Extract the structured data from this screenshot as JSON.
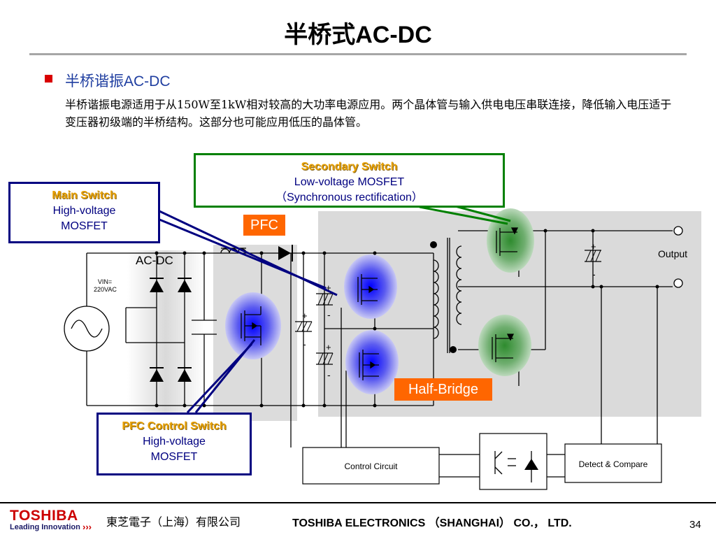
{
  "slide": {
    "title": "半桥式AC-DC",
    "bullet_heading": "半桥谐振AC-DC",
    "description": "半桥谐振电源适用于从150W至1kW相对较高的大功率电源应用。两个晶体管与输入供电电压串联连接，降低输入电压适于变压器初级端的半桥结构。这部分也可能应用低压的晶体管。",
    "page_number": "34"
  },
  "diagram": {
    "callouts": {
      "main_switch": {
        "title": "Main Switch",
        "line1": "High-voltage",
        "line2": "MOSFET"
      },
      "secondary_switch": {
        "title": "Secondary Switch",
        "line1": "Low-voltage MOSFET",
        "line2": "（Synchronous rectification）"
      },
      "pfc_control_switch": {
        "title": "PFC Control Switch",
        "line1": "High-voltage",
        "line2": "MOSFET"
      }
    },
    "tags": {
      "pfc": "PFC",
      "half_bridge": "Half-Bridge"
    },
    "labels": {
      "acdc": "AC-DC",
      "vin_line1": "VIN=",
      "vin_line2": "220VAC",
      "output": "Output",
      "control_circuit": "Control Circuit",
      "detect_compare": "Detect & Compare",
      "plus": "+",
      "minus": "-"
    },
    "colors": {
      "callout_border_blue": "#000080",
      "callout_border_green": "#008000",
      "tag_orange": "#ff6600",
      "blue_glow": "#0000ff",
      "green_glow": "#2e8b2e"
    }
  },
  "footer": {
    "brand": "TOSHIBA",
    "brand_tagline": "Leading Innovation",
    "brand_arrows": "›››",
    "company_cn": "東芝電子（上海）有限公司",
    "company_en": "TOSHIBA ELECTRONICS （SHANGHAI） CO.， LTD."
  }
}
